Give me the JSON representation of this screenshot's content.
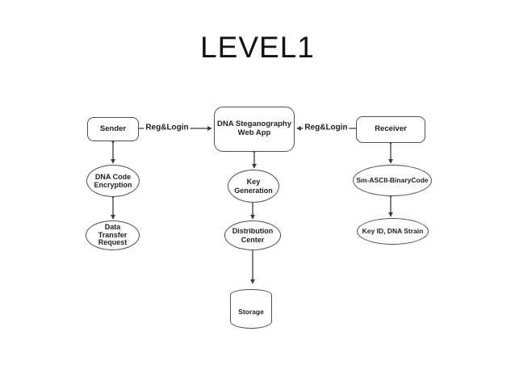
{
  "title": "LEVEL1",
  "diagram": {
    "nodes": {
      "sender": {
        "label": "Sender",
        "shape": "rounded-box"
      },
      "webapp": {
        "label": "DNA Steganography Web App",
        "shape": "rounded-box"
      },
      "receiver": {
        "label": "Receiver",
        "shape": "rounded-box"
      },
      "dna_code_encryption": {
        "label": "DNA Code Encryption",
        "shape": "ellipse"
      },
      "data_transfer_request": {
        "label": "Data Transfer Request",
        "shape": "ellipse"
      },
      "key_generation": {
        "label": "Key Generation",
        "shape": "ellipse"
      },
      "distribution_center": {
        "label": "Distribution Center",
        "shape": "ellipse"
      },
      "sm_ascii_binarycode": {
        "label": "Sm-ASCII-BinaryCode",
        "shape": "ellipse"
      },
      "key_id_dna_strain": {
        "label": "Key ID, DNA Strain",
        "shape": "ellipse"
      },
      "storage": {
        "label": "Storage",
        "shape": "cylinder"
      }
    },
    "edges": {
      "sender_to_webapp": {
        "label": "Reg&Login",
        "direction": "one-way-right"
      },
      "receiver_to_webapp": {
        "label": "Reg&Login",
        "direction": "one-way-left"
      },
      "sender_encryption": {
        "label": "",
        "direction": "two-way"
      },
      "encryption_transfer": {
        "label": "",
        "direction": "two-way"
      },
      "webapp_keygen": {
        "label": "",
        "direction": "two-way"
      },
      "keygen_distribution": {
        "label": "",
        "direction": "two-way"
      },
      "distribution_storage": {
        "label": "",
        "direction": "two-way"
      },
      "receiver_smascii": {
        "label": "",
        "direction": "two-way"
      },
      "smascii_keyid": {
        "label": "",
        "direction": "two-way"
      }
    },
    "colors": {
      "background": "#ffffff",
      "node_stroke": "#4f4f4f",
      "arrow": "#3b3b3b",
      "text": "#1f1f1f"
    }
  }
}
